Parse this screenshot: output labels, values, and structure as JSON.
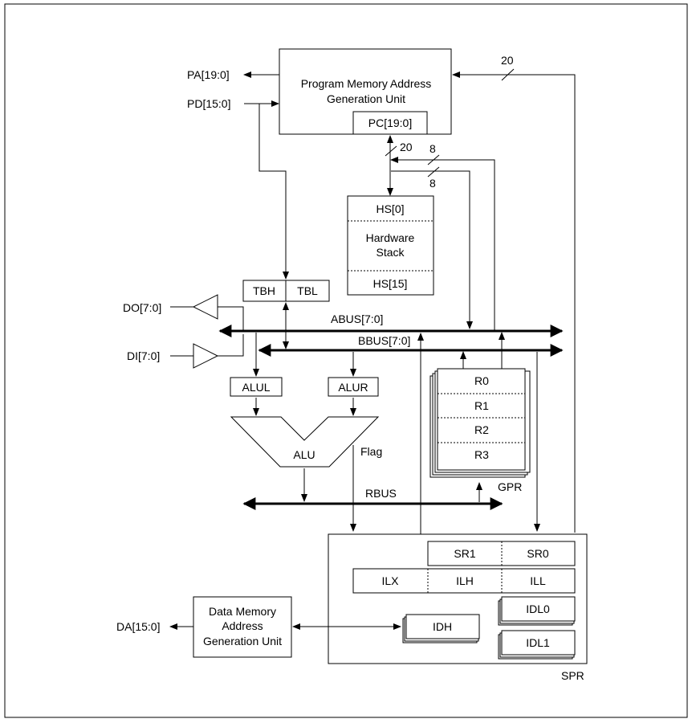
{
  "labels": {
    "pmagu_line1": "Program Memory Address",
    "pmagu_line2": "Generation Unit",
    "pc": "PC[19:0]",
    "pa": "PA[19:0]",
    "pd": "PD[15:0]",
    "w20_top": "20",
    "w20_pc": "20",
    "w8_top": "8",
    "w8_bottom": "8",
    "hs0": "HS[0]",
    "hw_stack_line1": "Hardware",
    "hw_stack_line2": "Stack",
    "hs15": "HS[15]",
    "tbh": "TBH",
    "tbl": "TBL",
    "do": "DO[7:0]",
    "di": "DI[7:0]",
    "abus": "ABUS[7:0]",
    "bbus": "BBUS[7:0]",
    "alul": "ALUL",
    "alur": "ALUR",
    "alu": "ALU",
    "flag": "Flag",
    "rbus": "RBUS",
    "r0": "R0",
    "r1": "R1",
    "r2": "R2",
    "r3": "R3",
    "gpr": "GPR",
    "sr1": "SR1",
    "sr0": "SR0",
    "ilx": "ILX",
    "ilh": "ILH",
    "ill": "ILL",
    "idl0": "IDL0",
    "idl1": "IDL1",
    "idh": "IDH",
    "dmagu_line1": "Data Memory",
    "dmagu_line2": "Address",
    "dmagu_line3": "Generation Unit",
    "da": "DA[15:0]",
    "spr": "SPR"
  }
}
